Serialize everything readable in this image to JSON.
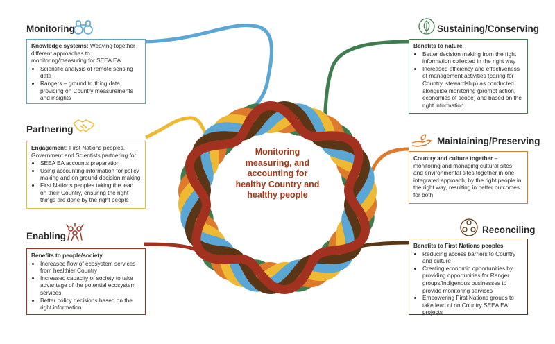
{
  "center": {
    "lines": [
      "Monitoring",
      "measuring, and",
      "accounting for",
      "healthy Country and",
      "healthy people"
    ]
  },
  "colors": {
    "blue": "#5aa7d6",
    "yellow": "#f0b933",
    "green": "#3f7d4f",
    "orange": "#dd7a2c",
    "darkbrown": "#5a3616",
    "red": "#a33120"
  },
  "sections": {
    "monitoring": {
      "title": "Monitoring",
      "icon": "binoculars-icon",
      "lead": "Knowledge systems:",
      "lead_rest": " Weaving together different approaches to monitoring/measuring for SEEA EA",
      "bullets": [
        "Scientific analysis of remote sensing data",
        "Rangers – ground truthing data, providing on Country measurements and insights"
      ]
    },
    "partnering": {
      "title": "Partnering",
      "icon": "handshake-icon",
      "lead": "Engagement:",
      "lead_rest": " First Nations peoples, Government and Scientists partnering for:",
      "bullets": [
        "SEEA EA accounts preparation",
        "Using accounting information for policy making and on ground decision making",
        "First Nations peoples taking the lead on their Country, ensuring the right things are done by the right people"
      ]
    },
    "enabling": {
      "title": "Enabling",
      "icon": "people-celebrating-icon",
      "lead": "Benefits to people/society",
      "bullets": [
        "Increased flow of ecosystem services from healthier Country",
        "Increased capacity of society to take advantage of the potential ecosystem services",
        "Better policy decisions based on the right information"
      ]
    },
    "sustaining": {
      "title": "Sustaining/Conserving",
      "icon": "leaf-icon",
      "lead": "Benefits to nature",
      "bullets": [
        "Better decision making from the right information collected in the right way",
        "Increased efficiency and effectiveness of management activities (caring for Country, stewardship) as conducted alongside monitoring (prompt action, economies of scope) and based on the right information"
      ]
    },
    "maintaining": {
      "title": "Maintaining/Preserving",
      "icon": "hand-leaf-icon",
      "lead": "Country and culture together",
      "lead_rest": " – monitoring and managing cultural sites and environmental sites together in one integrated approach, by the right people in the right way, resulting in better outcomes for both"
    },
    "reconciling": {
      "title": "Reconciling",
      "icon": "community-circle-icon",
      "lead": "Benefits to First Nations peoples",
      "bullets": [
        "Reducing access barriers to Country and culture",
        "Creating economic opportunities by providing opportunities for Ranger groups/Indigenous businesses to provide monitoring services",
        "Empowering First Nations groups to take lead of on Country SEEA EA projects"
      ]
    }
  }
}
